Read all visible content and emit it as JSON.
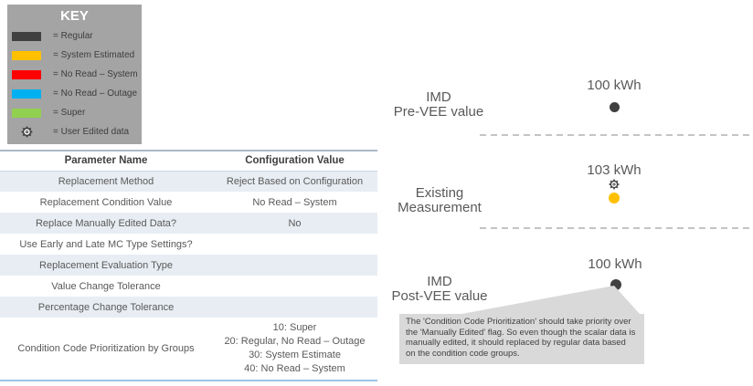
{
  "key": {
    "title": "KEY",
    "items": [
      {
        "label": "= Regular",
        "color": "#404040",
        "icon": "swatch"
      },
      {
        "label": "= System Estimated",
        "color": "#FFC000",
        "icon": "swatch"
      },
      {
        "label": "= No Read – System",
        "color": "#FF0000",
        "icon": "swatch"
      },
      {
        "label": "= No Read – Outage",
        "color": "#00B0F0",
        "icon": "swatch"
      },
      {
        "label": "= Super",
        "color": "#92D050",
        "icon": "swatch"
      },
      {
        "label": "= User Edited data",
        "color": "#ffffff",
        "icon": "gear-icon"
      }
    ]
  },
  "table": {
    "headers": [
      "Parameter Name",
      "Configuration Value"
    ],
    "rows": [
      {
        "param": "Replacement Method",
        "value": "Reject Based on Configuration"
      },
      {
        "param": "Replacement Condition Value",
        "value": "No Read – System"
      },
      {
        "param": "Replace Manually Edited Data?",
        "value": "No"
      },
      {
        "param": "Use Early and Late MC Type Settings?",
        "value": ""
      },
      {
        "param": "Replacement Evaluation Type",
        "value": ""
      },
      {
        "param": "Value Change Tolerance",
        "value": ""
      },
      {
        "param": "Percentage Change Tolerance",
        "value": ""
      },
      {
        "param": "Condition Code Prioritization by Groups",
        "value": "10: Super\n20: Regular, No Read – Outage\n30: System Estimate\n40: No Read – System"
      }
    ]
  },
  "diagram": {
    "sections": [
      {
        "label": "IMD\nPre-VEE value",
        "value": "100 kWh",
        "marker": "regular",
        "marker_color": "#404040",
        "user_edited": false
      },
      {
        "label": "Existing\nMeasurement",
        "value": "103 kWh",
        "marker": "system-estimated",
        "marker_color": "#FFC000",
        "user_edited": true
      },
      {
        "label": "IMD\nPost-VEE value",
        "value": "100 kWh",
        "marker": "regular",
        "marker_color": "#404040",
        "user_edited": false
      }
    ],
    "callout_text": "The 'Condition Code Prioritization' should take priority over the 'Manually Edited' flag.  So even though the scalar data is manually edited, it should replaced by regular data based on the condition code groups.",
    "callout_bg": "#d9d9d9"
  }
}
